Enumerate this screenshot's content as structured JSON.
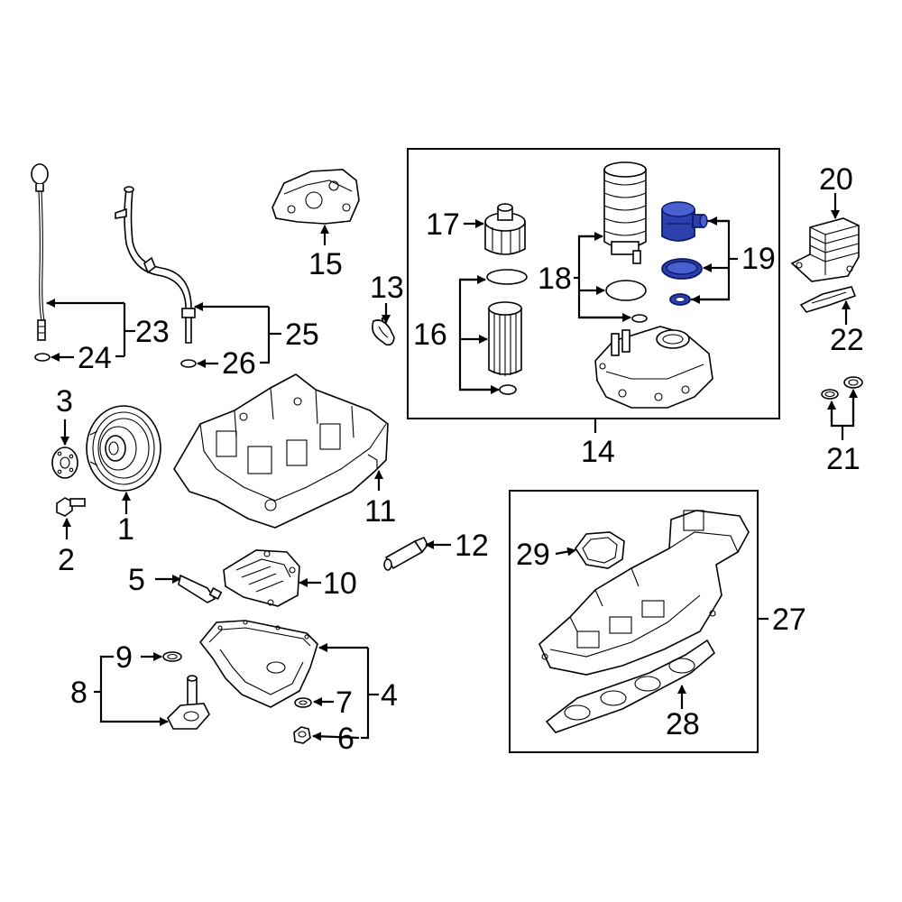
{
  "callouts": {
    "c1": "1",
    "c2": "2",
    "c3": "3",
    "c4": "4",
    "c5": "5",
    "c6": "6",
    "c7": "7",
    "c8": "8",
    "c9": "9",
    "c10": "10",
    "c11": "11",
    "c12": "12",
    "c13": "13",
    "c14": "14",
    "c15": "15",
    "c16": "16",
    "c17": "17",
    "c18": "18",
    "c19": "19",
    "c20": "20",
    "c21": "21",
    "c22": "22",
    "c23": "23",
    "c24": "24",
    "c25": "25",
    "c26": "26",
    "c27": "27",
    "c28": "28",
    "c29": "29"
  },
  "colors": {
    "highlight": "#2e3fae",
    "line": "#000000",
    "background": "#ffffff"
  }
}
